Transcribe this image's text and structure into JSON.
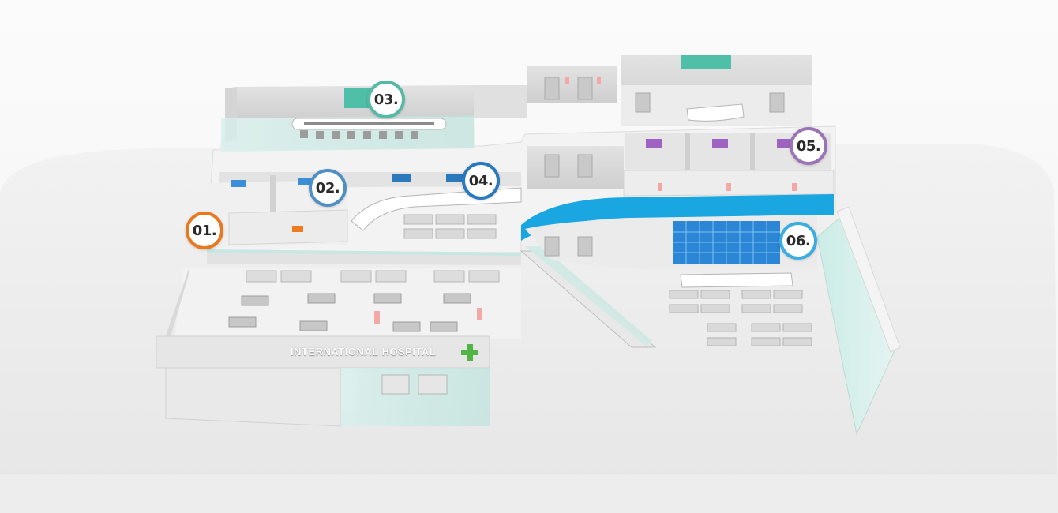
{
  "sign": {
    "text": "INTERNATIONAL HOSPITAL",
    "cross_color": "#52b346"
  },
  "markers": [
    {
      "label": "01.",
      "color": "#e9781e"
    },
    {
      "label": "02.",
      "color": "#4f8fc4"
    },
    {
      "label": "03.",
      "color": "#56b8a6"
    },
    {
      "label": "04.",
      "color": "#2b78bd"
    },
    {
      "label": "05.",
      "color": "#9a74b4"
    },
    {
      "label": "06.",
      "color": "#3aace0"
    }
  ],
  "accent_colors": {
    "teal_screen": "#4fbfa8",
    "blue_banner": "#1aa7e1",
    "video_wall": "#2b86d6",
    "purple_screen": "#9e63c2",
    "orange_screen": "#ee7a22",
    "pink_panel": "#f2a9a5"
  }
}
